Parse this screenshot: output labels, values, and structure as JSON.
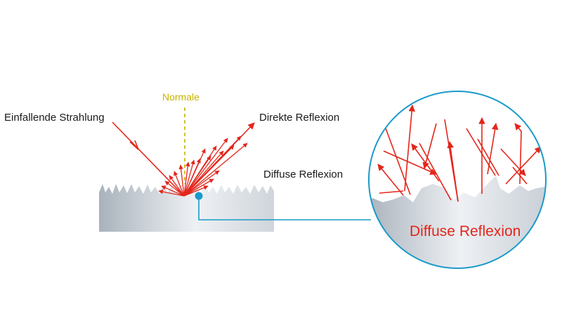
{
  "labels": {
    "normal": "Normale",
    "incident": "Einfallende Strahlung",
    "direct": "Direkte Reflexion",
    "diffuse": "Diffuse Reflexion",
    "zoom_caption": "Diffuse Reflexion"
  },
  "colors": {
    "ray": "#e3261b",
    "normal": "#c8b400",
    "callout": "#1a9ac9",
    "surface_dark": "#a9b2bc",
    "surface_light": "#f2f4f6",
    "text": "#1a1a1a"
  }
}
